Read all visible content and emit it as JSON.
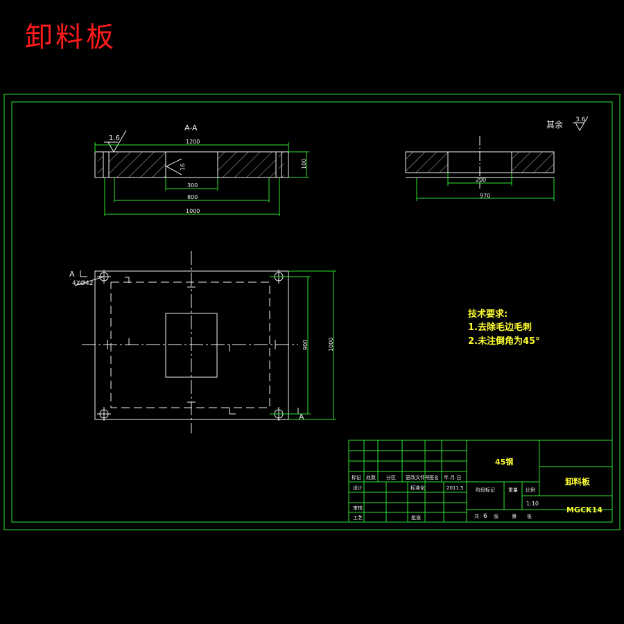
{
  "heading": "卸料板",
  "section": {
    "label": "A-A",
    "roughness": "1.6",
    "dims": {
      "d1200": "1200",
      "d100": "100",
      "d300": "300",
      "d800": "800",
      "d1000": "1000",
      "d16": "16"
    }
  },
  "side": {
    "dims": {
      "d200": "200",
      "d970": "970"
    }
  },
  "plan": {
    "section_mark_a": "A",
    "section_mark_b": "A",
    "holes_note": "4XØ42",
    "dims": {
      "d900": "900",
      "d1000": "1000"
    }
  },
  "rest_note": {
    "label": "其余",
    "roughness": "3.6"
  },
  "tech": {
    "title": "技术要求:",
    "items": [
      "1.去除毛边毛刺",
      "2.未注倒角为45°"
    ]
  },
  "titleblock": {
    "material": "45钢",
    "part_name": "卸料板",
    "drawing_no": "MGCK14",
    "hdr": [
      "标记",
      "处数",
      "分区",
      "更改文件号",
      "签名",
      "年.月.日"
    ],
    "row_design": [
      "设计",
      "标准化",
      "2011.5"
    ],
    "row_check": "审核",
    "row_process": [
      "工艺",
      "批准"
    ],
    "stage": [
      "阶段标记",
      "重量",
      "比例"
    ],
    "scale": "1:10",
    "sheets": [
      "共",
      "6",
      "张",
      "第",
      "张"
    ]
  },
  "colors": {
    "line": "#2ee62e",
    "white": "#f2f2f2",
    "yellow": "#ffff33",
    "heading": "#ff1a1a"
  }
}
